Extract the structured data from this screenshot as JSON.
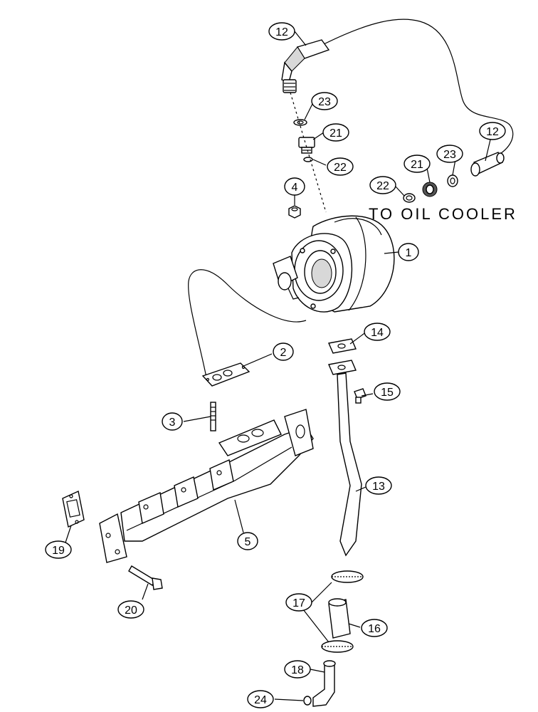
{
  "note": "TO OIL COOLER",
  "callouts": [
    {
      "id": "c-12a",
      "label": "12"
    },
    {
      "id": "c-23a",
      "label": "23"
    },
    {
      "id": "c-21a",
      "label": "21"
    },
    {
      "id": "c-22a",
      "label": "22"
    },
    {
      "id": "c-4",
      "label": "4"
    },
    {
      "id": "c-21b",
      "label": "21"
    },
    {
      "id": "c-23b",
      "label": "23"
    },
    {
      "id": "c-12b",
      "label": "12"
    },
    {
      "id": "c-22b",
      "label": "22"
    },
    {
      "id": "c-1",
      "label": "1"
    },
    {
      "id": "c-14",
      "label": "14"
    },
    {
      "id": "c-2",
      "label": "2"
    },
    {
      "id": "c-15",
      "label": "15"
    },
    {
      "id": "c-3",
      "label": "3"
    },
    {
      "id": "c-13",
      "label": "13"
    },
    {
      "id": "c-19",
      "label": "19"
    },
    {
      "id": "c-5",
      "label": "5"
    },
    {
      "id": "c-20",
      "label": "20"
    },
    {
      "id": "c-17",
      "label": "17"
    },
    {
      "id": "c-16",
      "label": "16"
    },
    {
      "id": "c-18",
      "label": "18"
    },
    {
      "id": "c-24",
      "label": "24"
    }
  ]
}
